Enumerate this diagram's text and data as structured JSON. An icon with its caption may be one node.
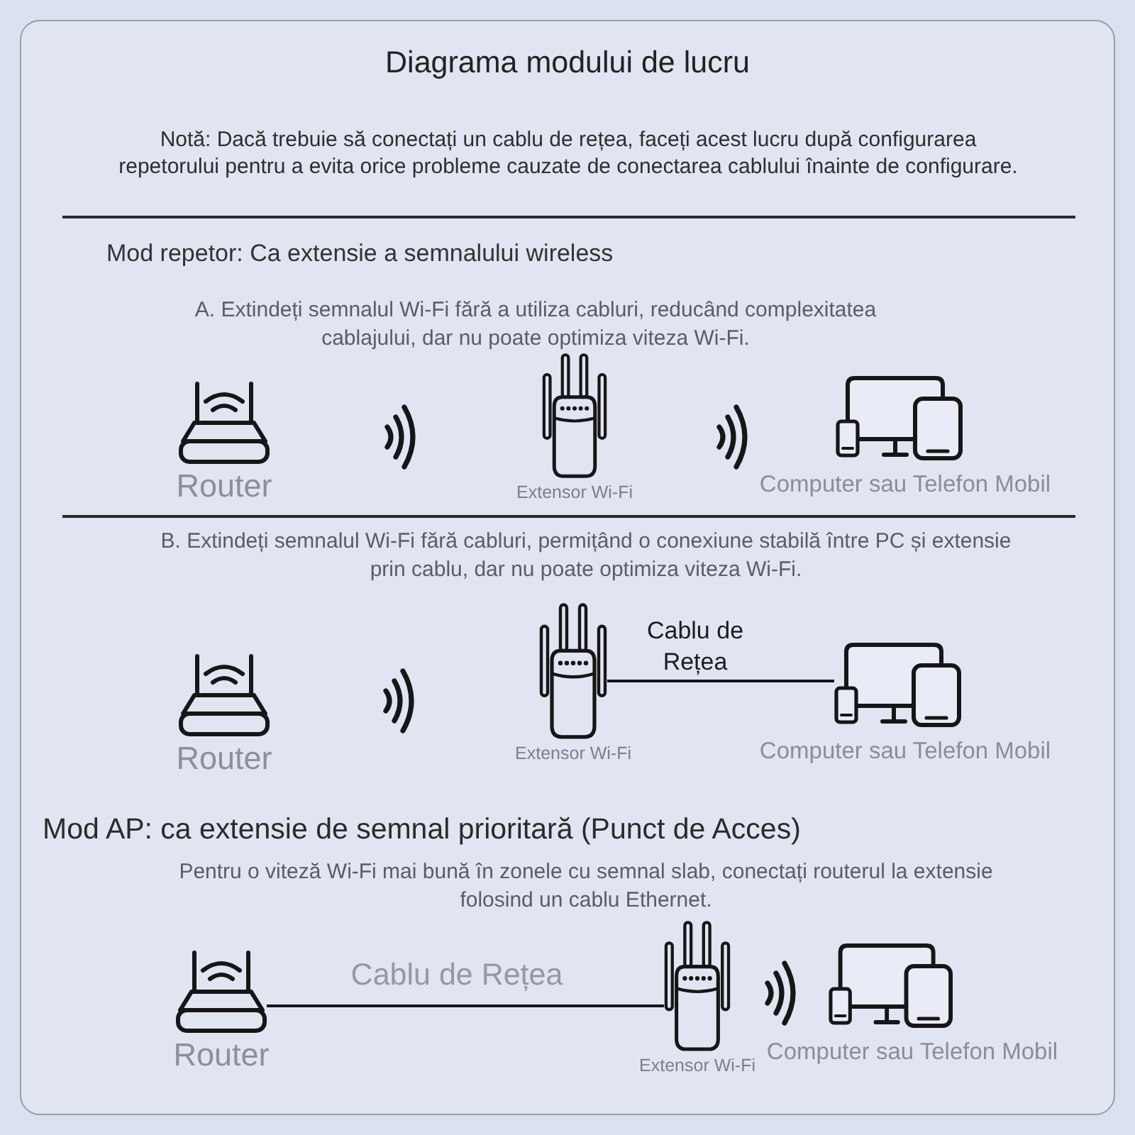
{
  "diagram": {
    "title": "Diagrama modului de lucru",
    "nodes": [
      {
        "text": [],
        "shape": "picture",
        "beside": [
          "Router"
        ]
      },
      {
        "text": [],
        "shape": "picture",
        "beside": [
          "Extensor Wi-Fi"
        ]
      },
      {
        "text": [],
        "shape": "picture",
        "beside": [
          "Computer sau Telefon Mobil"
        ]
      },
      {
        "text": [],
        "shape": "picture",
        "beside": [
          "Router"
        ]
      },
      {
        "text": [],
        "shape": "picture",
        "beside": [
          "Extensor Wi-Fi"
        ]
      },
      {
        "text": [],
        "shape": "picture",
        "beside": [
          "Computer sau Telefon Mobil"
        ]
      },
      {
        "text": [],
        "shape": "picture",
        "beside": [
          "Router"
        ]
      },
      {
        "text": [],
        "shape": "picture",
        "beside": [
          "Extensor Wi-Fi"
        ]
      },
      {
        "text": [],
        "shape": "picture",
        "beside": [
          "Computer sau Telefon Mobil"
        ]
      }
    ],
    "edges": [
      {
        "from": 4,
        "to": 5,
        "arrow": "none",
        "label": "Cablu de Rețea"
      },
      {
        "from": 6,
        "to": 7,
        "arrow": "none",
        "label": "Cablu de Rețea"
      }
    ],
    "labels": [
      "Notă: Dacă trebuie să conectați un cablu de rețea, faceți acest lucru după configurarea repetorului pentru a evita orice probleme cauzate de conectarea cablului înainte de configurare.",
      "Mod repetor: Ca extensie a semnalului wireless",
      "A. Extindeți semnalul Wi-Fi fără a utiliza cabluri, reducând complexitatea cablajului, dar nu poate optimiza viteza Wi-Fi.",
      "B. Extindeți semnalul Wi-Fi fără cabluri, permițând o conexiune stabilă între PC și extensie prin cablu, dar nu poate optimiza viteza Wi-Fi.",
      "Mod AP: ca extensie de semnal prioritară (Punct de Acces)",
      "Pentru o viteză Wi-Fi mai bună în zonele cu semnal slab, conectați routerul la extensie folosind un cablu Ethernet."
    ]
  }
}
